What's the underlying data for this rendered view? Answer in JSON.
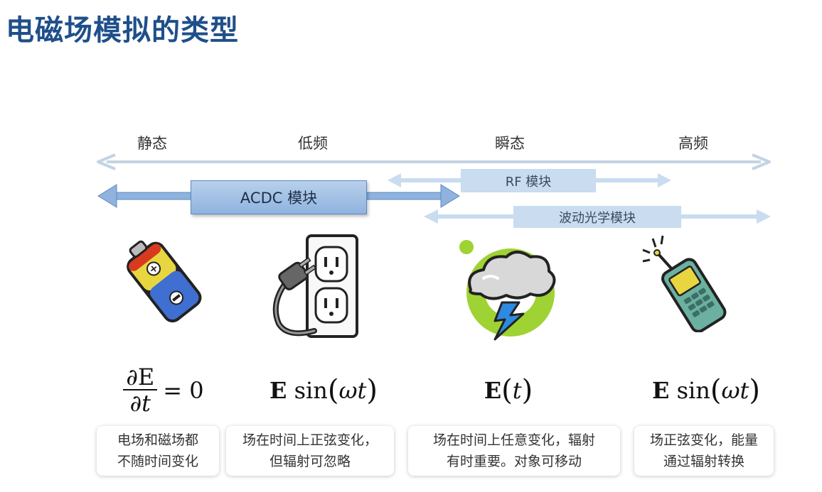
{
  "title": "电磁场模拟的类型",
  "categories": [
    "静态",
    "低频",
    "瞬态",
    "高频"
  ],
  "modules": {
    "acdc": "ACDC 模块",
    "rf": "RF 模块",
    "wave_optics": "波动光学模块"
  },
  "icons": [
    "battery-icon",
    "power-plug-icon",
    "storm-cloud-icon",
    "cell-phone-icon"
  ],
  "formulas": {
    "static": {
      "numerator": "∂E",
      "denominator": "∂t",
      "rhs": "= 0"
    },
    "low_freq": {
      "bold": "E",
      "rest": "sin",
      "arg": "ωt"
    },
    "transient": {
      "bold": "E",
      "arg": "t"
    },
    "high_freq": {
      "bold": "E",
      "rest": "sin",
      "arg": "ωt"
    }
  },
  "descriptions": [
    {
      "line1": "电场和磁场都",
      "line2": "不随时间变化"
    },
    {
      "line1": "场在时间上正弦变化，",
      "line2": "但辐射可忽略"
    },
    {
      "line1": "场在时间上任意变化，辐射",
      "line2": "有时重要。对象可移动"
    },
    {
      "line1": "场正弦变化，能量",
      "line2": "通过辐射转换"
    }
  ],
  "colors": {
    "title": "#1f4f8a",
    "axis_arrow": "#c3d3e3",
    "acdc_fill": "#9fbfe4",
    "rf_fill": "#c9dcf0",
    "battery_yellow": "#e8d640",
    "battery_blue": "#3f6fd0",
    "battery_red": "#d83a20",
    "cloud_green": "#9fd233",
    "phone_green": "#6bb0a0"
  }
}
